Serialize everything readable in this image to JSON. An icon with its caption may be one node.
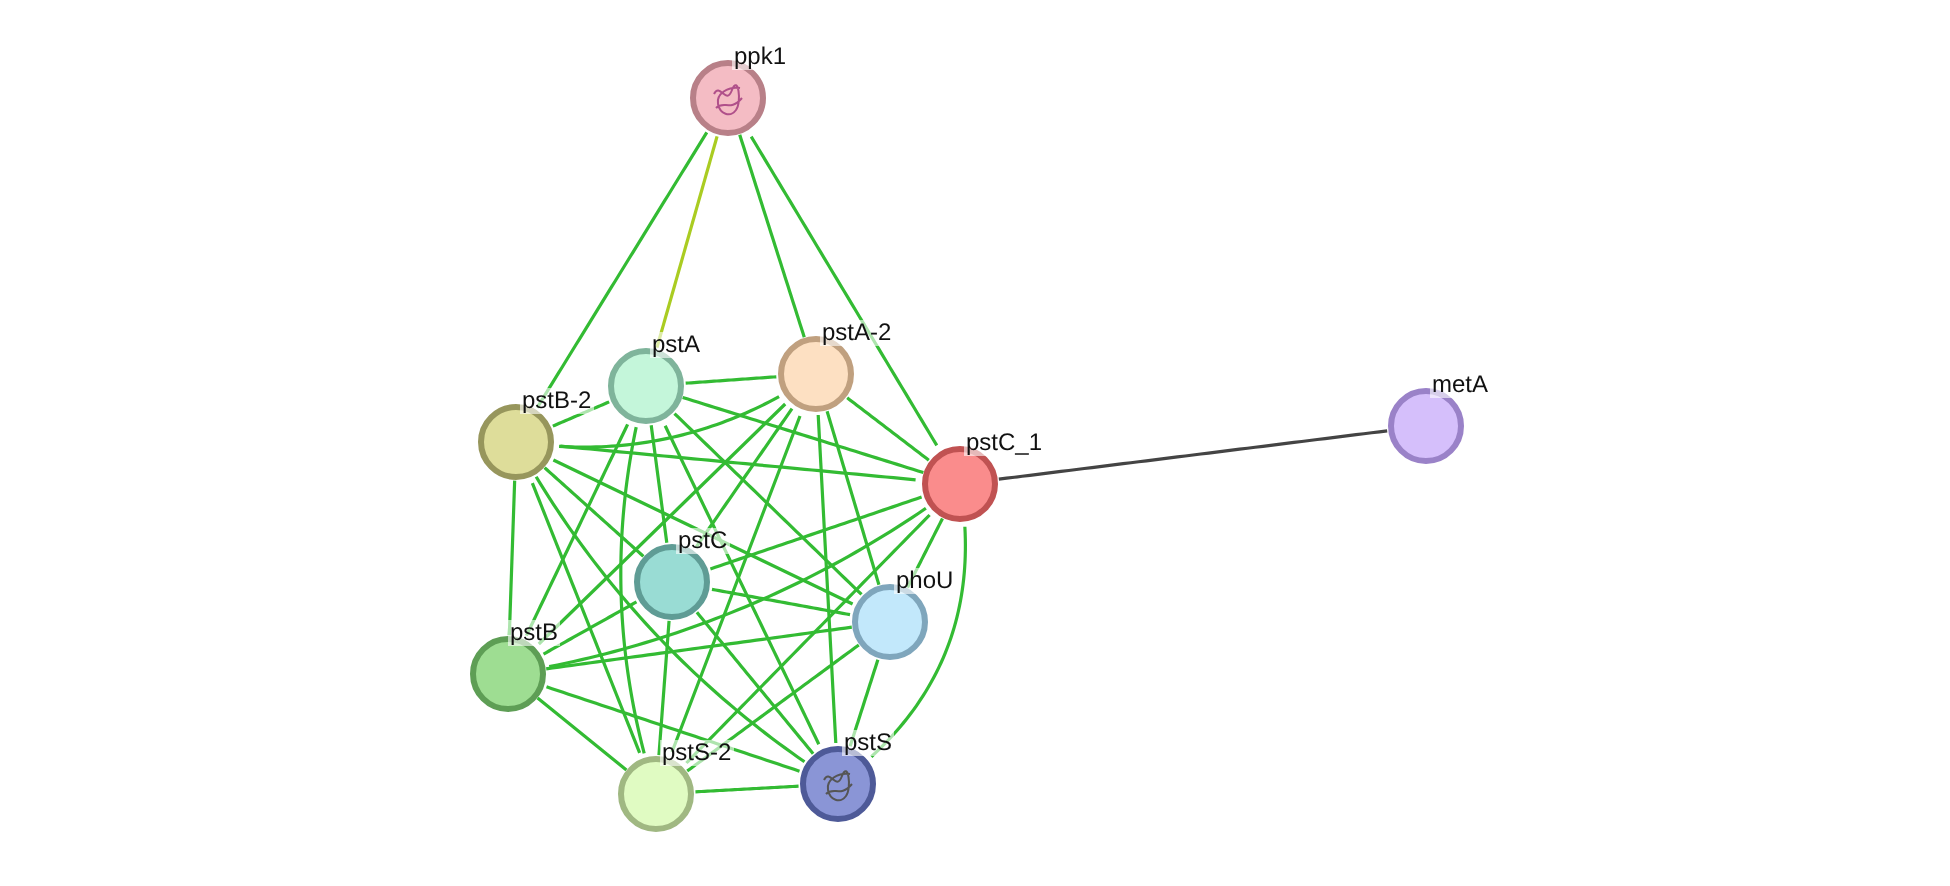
{
  "diagram": {
    "nodes": [
      {
        "text": [
          "ppk1"
        ]
      },
      {
        "text": [
          "pstA"
        ]
      },
      {
        "text": [
          "pstA-2"
        ]
      },
      {
        "text": [
          "pstB-2"
        ]
      },
      {
        "text": [
          "pstC_1"
        ]
      },
      {
        "text": [
          "metA"
        ]
      },
      {
        "text": [
          "pstC"
        ]
      },
      {
        "text": [
          "phoU"
        ]
      },
      {
        "text": [
          "pstB"
        ]
      },
      {
        "text": [
          "pstS-2"
        ]
      },
      {
        "text": [
          "pstS"
        ]
      }
    ],
    "edges": [
      {
        "from": 0,
        "to": 3,
        "arrow": "none"
      },
      {
        "from": 0,
        "to": 1,
        "arrow": "none",
        "color": "#aacc22"
      },
      {
        "from": 0,
        "to": 2,
        "arrow": "none"
      },
      {
        "from": 0,
        "to": 4,
        "arrow": "none"
      },
      {
        "from": 4,
        "to": 5,
        "arrow": "none",
        "color": "#444444"
      },
      {
        "from": 1,
        "to": 2,
        "arrow": "none"
      },
      {
        "from": 1,
        "to": 3,
        "arrow": "none"
      },
      {
        "from": 1,
        "to": 4,
        "arrow": "none"
      },
      {
        "from": 1,
        "to": 6,
        "arrow": "none"
      },
      {
        "from": 1,
        "to": 7,
        "arrow": "none"
      },
      {
        "from": 1,
        "to": 8,
        "arrow": "none"
      },
      {
        "from": 1,
        "to": 9,
        "arrow": "none"
      },
      {
        "from": 1,
        "to": 10,
        "arrow": "none"
      },
      {
        "from": 2,
        "to": 3,
        "arrow": "none"
      },
      {
        "from": 2,
        "to": 4,
        "arrow": "none"
      },
      {
        "from": 2,
        "to": 6,
        "arrow": "none"
      },
      {
        "from": 2,
        "to": 7,
        "arrow": "none"
      },
      {
        "from": 2,
        "to": 8,
        "arrow": "none"
      },
      {
        "from": 2,
        "to": 9,
        "arrow": "none"
      },
      {
        "from": 2,
        "to": 10,
        "arrow": "none"
      },
      {
        "from": 3,
        "to": 4,
        "arrow": "none"
      },
      {
        "from": 3,
        "to": 6,
        "arrow": "none"
      },
      {
        "from": 3,
        "to": 7,
        "arrow": "none"
      },
      {
        "from": 3,
        "to": 8,
        "arrow": "none"
      },
      {
        "from": 3,
        "to": 9,
        "arrow": "none"
      },
      {
        "from": 3,
        "to": 10,
        "arrow": "none"
      },
      {
        "from": 4,
        "to": 6,
        "arrow": "none"
      },
      {
        "from": 4,
        "to": 7,
        "arrow": "none"
      },
      {
        "from": 4,
        "to": 8,
        "arrow": "none"
      },
      {
        "from": 4,
        "to": 9,
        "arrow": "none"
      },
      {
        "from": 4,
        "to": 10,
        "arrow": "none"
      },
      {
        "from": 6,
        "to": 7,
        "arrow": "none"
      },
      {
        "from": 6,
        "to": 8,
        "arrow": "none"
      },
      {
        "from": 6,
        "to": 9,
        "arrow": "none"
      },
      {
        "from": 6,
        "to": 10,
        "arrow": "none"
      },
      {
        "from": 7,
        "to": 8,
        "arrow": "none"
      },
      {
        "from": 7,
        "to": 9,
        "arrow": "none"
      },
      {
        "from": 7,
        "to": 10,
        "arrow": "none"
      },
      {
        "from": 8,
        "to": 9,
        "arrow": "none"
      },
      {
        "from": 8,
        "to": 10,
        "arrow": "none"
      },
      {
        "from": 9,
        "to": 10,
        "arrow": "none"
      }
    ]
  }
}
